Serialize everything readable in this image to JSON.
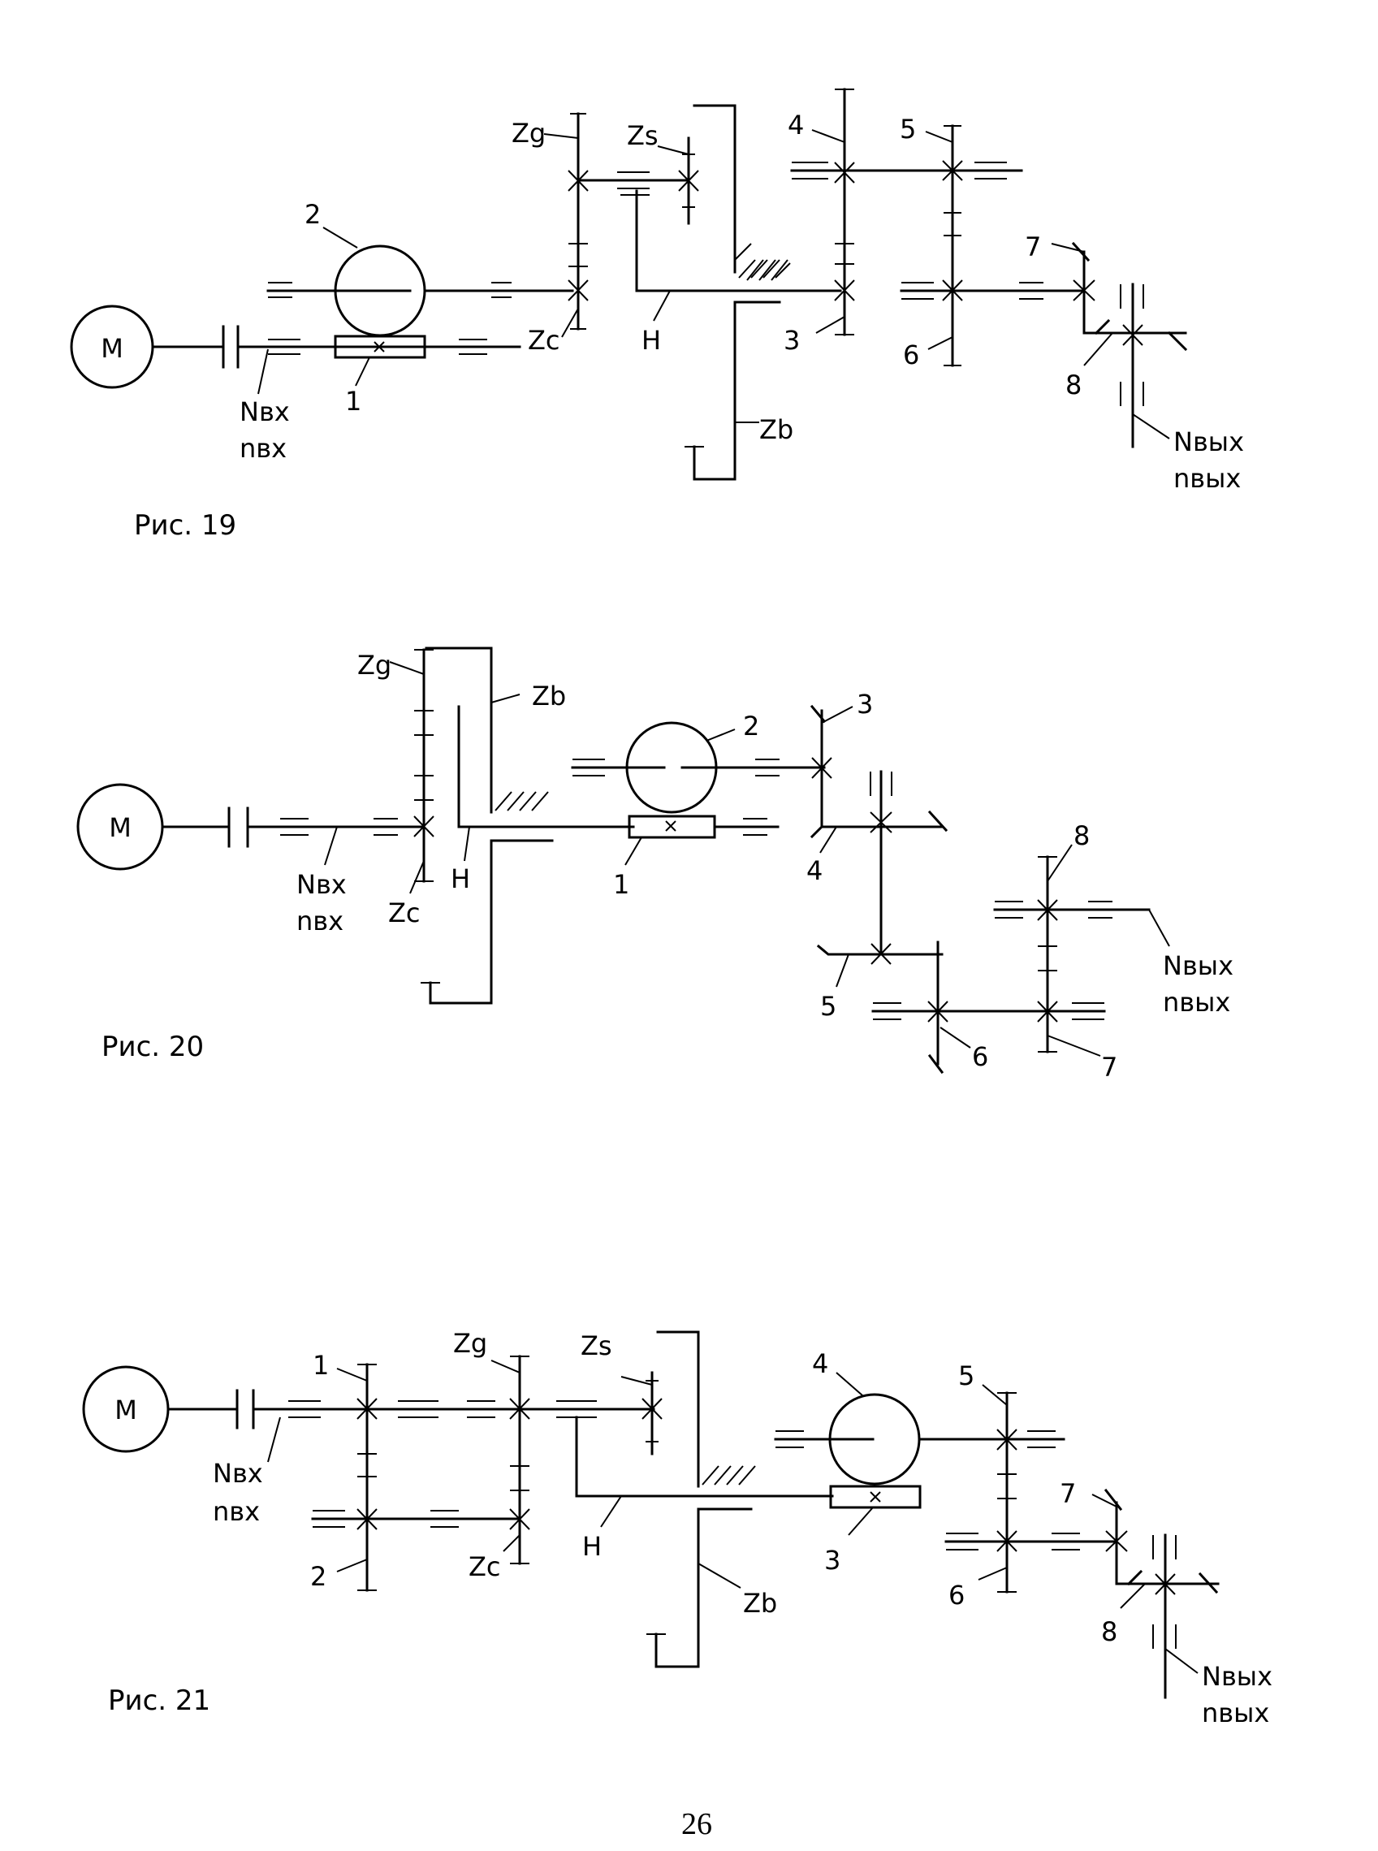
{
  "figures": [
    {
      "caption": "Рис. 19",
      "motor": "M",
      "input": [
        "Nвх",
        "nвх"
      ],
      "output": [
        "Nвых",
        "nвых"
      ],
      "labels": {
        "worm": "1",
        "wheel": "2",
        "g3": "3",
        "g4": "4",
        "g5": "5",
        "g6": "6",
        "g7": "7",
        "g8": "8",
        "zg": "Zg",
        "zs": "Zs",
        "zc": "Zc",
        "zb": "Zb",
        "h": "H"
      }
    },
    {
      "caption": "Рис. 20",
      "motor": "M",
      "input": [
        "Nвх",
        "nвх"
      ],
      "output": [
        "Nвых",
        "nвых"
      ],
      "labels": {
        "worm": "1",
        "wheel": "2",
        "g3": "3",
        "g4": "4",
        "g5": "5",
        "g6": "6",
        "g7": "7",
        "g8": "8",
        "zg": "Zg",
        "zb": "Zb",
        "zc": "Zc",
        "h": "H"
      }
    },
    {
      "caption": "Рис. 21",
      "motor": "M",
      "input": [
        "Nвх",
        "nвх"
      ],
      "output": [
        "Nвых",
        "nвых"
      ],
      "labels": {
        "g1": "1",
        "g2": "2",
        "worm": "3",
        "wheel": "4",
        "g5": "5",
        "g6": "6",
        "g7": "7",
        "g8": "8",
        "zg": "Zg",
        "zs": "Zs",
        "zc": "Zc",
        "zb": "Zb",
        "h": "H"
      }
    }
  ],
  "page_number": "26"
}
